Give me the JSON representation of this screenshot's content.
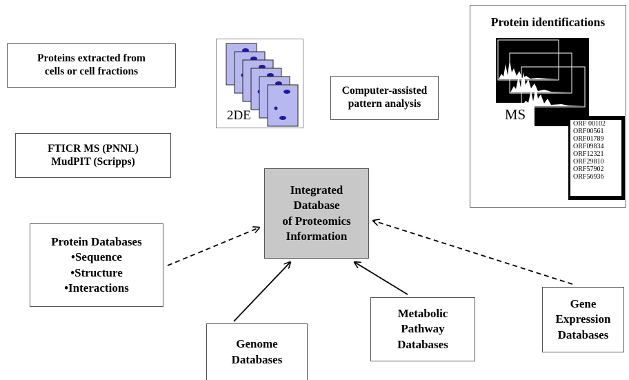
{
  "boxes": {
    "extract": [
      "Proteins extracted from",
      "cells or cell fractions"
    ],
    "ftms": [
      "FTICR MS (PNNL)",
      "MudPIT (Scripps)"
    ],
    "pattern": [
      "Computer-assisted",
      "pattern analysis"
    ],
    "central": [
      "Integrated",
      "Database",
      "of Proteomics",
      "Information"
    ],
    "protdb": [
      "Protein Databases",
      "•Sequence",
      "•Structure",
      "•Interactions"
    ],
    "genome": [
      "Genome",
      "Databases"
    ],
    "metabolic": [
      "Metabolic",
      "Pathway",
      "Databases"
    ],
    "gene": [
      "Gene",
      "Expression",
      "Databases"
    ]
  },
  "gel": {
    "label": "2DE"
  },
  "protein_ids": {
    "title": "Protein identifications",
    "ms_label": "MS",
    "orfs": [
      "ORF 00102",
      "ORF00561",
      "ORF01789",
      "ORF09834",
      "ORF12321",
      "ORF29810",
      "ORF57902",
      "ORF56936"
    ]
  },
  "colors": {
    "central_fill": "#c8c8c8",
    "gel_card": "#b8b8f0",
    "spot": "#1a1aa0"
  }
}
